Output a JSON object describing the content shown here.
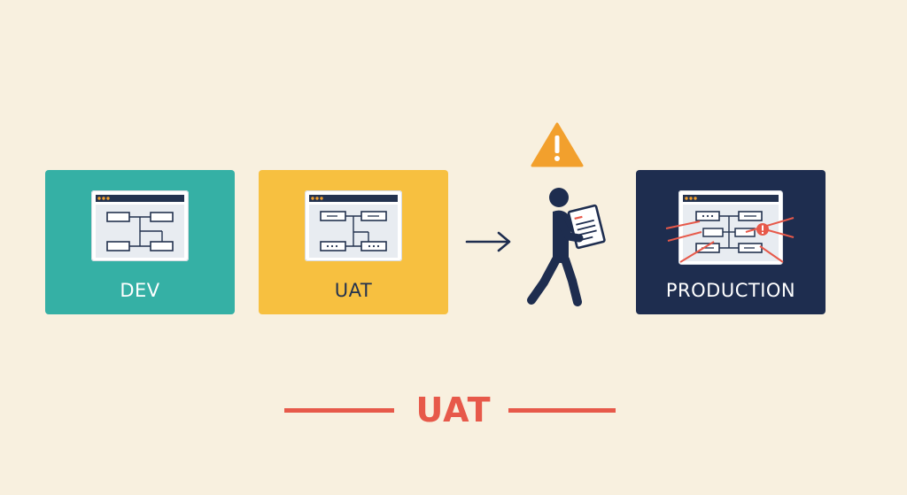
{
  "diagram": {
    "environments": [
      {
        "id": "dev",
        "label": "DEV",
        "color": "#35b0a5",
        "label_color": "#ffffff"
      },
      {
        "id": "uat",
        "label": "UAT",
        "color": "#f7c040",
        "label_color": "#23324f"
      },
      {
        "id": "production",
        "label": "PRODUCTION",
        "color": "#1e2d4f",
        "label_color": "#ffffff"
      }
    ],
    "icons": {
      "transition": "arrow-right-icon",
      "warning": "warning-triangle-icon",
      "person": "person-carrying-document-icon",
      "browser": "browser-window-icon",
      "error": "error-badge-icon"
    },
    "colors": {
      "background": "#f8f0df",
      "ink": "#1e2d4f",
      "warning": "#f2a02d",
      "alert": "#e7594a"
    },
    "footer": {
      "title": "UAT"
    }
  }
}
